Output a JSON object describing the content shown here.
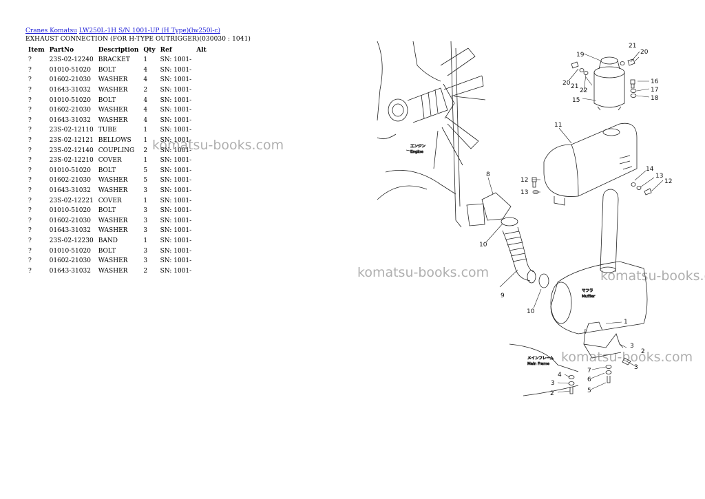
{
  "breadcrumb": {
    "link1": "Cranes Komatsu",
    "link2": "LW250L-1H S/N 1001-UP (H Type)(lw250l-c)"
  },
  "subtitle": "EXHAUST CONNECTION (FOR H-TYPE OUTRIGGER)(030030 : 1041)",
  "table": {
    "headers": [
      "Item",
      "PartNo",
      "Description",
      "Qty",
      "Ref",
      "Alt"
    ],
    "rows": [
      [
        "?",
        "23S-02-12240",
        "BRACKET",
        "1",
        "SN: 1001-",
        ""
      ],
      [
        "?",
        "01010-51020",
        "BOLT",
        "4",
        "SN: 1001-",
        ""
      ],
      [
        "?",
        "01602-21030",
        "WASHER",
        "4",
        "SN: 1001-",
        ""
      ],
      [
        "?",
        "01643-31032",
        "WASHER",
        "2",
        "SN: 1001-",
        ""
      ],
      [
        "?",
        "01010-51020",
        "BOLT",
        "4",
        "SN: 1001-",
        ""
      ],
      [
        "?",
        "01602-21030",
        "WASHER",
        "4",
        "SN: 1001-",
        ""
      ],
      [
        "?",
        "01643-31032",
        "WASHER",
        "4",
        "SN: 1001-",
        ""
      ],
      [
        "?",
        "23S-02-12110",
        "TUBE",
        "1",
        "SN: 1001-",
        ""
      ],
      [
        "?",
        "23S-02-12121",
        "BELLOWS",
        "1",
        "SN: 1001-",
        ""
      ],
      [
        "?",
        "23S-02-12140",
        "COUPLING",
        "2",
        "SN: 1001-",
        ""
      ],
      [
        "?",
        "23S-02-12210",
        "COVER",
        "1",
        "SN: 1001-",
        ""
      ],
      [
        "?",
        "01010-51020",
        "BOLT",
        "5",
        "SN: 1001-",
        ""
      ],
      [
        "?",
        "01602-21030",
        "WASHER",
        "5",
        "SN: 1001-",
        ""
      ],
      [
        "?",
        "01643-31032",
        "WASHER",
        "3",
        "SN: 1001-",
        ""
      ],
      [
        "?",
        "23S-02-12221",
        "COVER",
        "1",
        "SN: 1001-",
        ""
      ],
      [
        "?",
        "01010-51020",
        "BOLT",
        "3",
        "SN: 1001-",
        ""
      ],
      [
        "?",
        "01602-21030",
        "WASHER",
        "3",
        "SN: 1001-",
        ""
      ],
      [
        "?",
        "01643-31032",
        "WASHER",
        "3",
        "SN: 1001-",
        ""
      ],
      [
        "?",
        "23S-02-12230",
        "BAND",
        "1",
        "SN: 1001-",
        ""
      ],
      [
        "?",
        "01010-51020",
        "BOLT",
        "3",
        "SN: 1001-",
        ""
      ],
      [
        "?",
        "01602-21030",
        "WASHER",
        "3",
        "SN: 1001-",
        ""
      ],
      [
        "?",
        "01643-31032",
        "WASHER",
        "2",
        "SN: 1001-",
        ""
      ]
    ]
  },
  "watermarks": [
    "komatsu-books.com",
    "komatsu-books.com",
    "komatsu-books.com",
    "komatsu-books.com"
  ],
  "diagram": {
    "labels": {
      "engine_jp": "エンジン",
      "engine": "Engine",
      "muffler_jp": "マフラ",
      "muffler": "Muffler",
      "mainframe_jp": "メインフレーム",
      "mainframe": "Main  Frame"
    },
    "callouts": [
      "1",
      "2",
      "3",
      "4",
      "5",
      "6",
      "7",
      "8",
      "9",
      "10",
      "11",
      "12",
      "13",
      "14",
      "15",
      "16",
      "17",
      "18",
      "19",
      "20",
      "21",
      "22"
    ]
  }
}
